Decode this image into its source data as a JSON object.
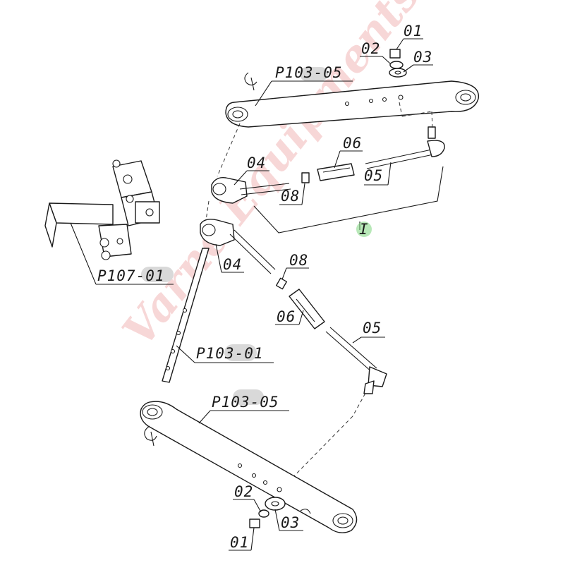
{
  "watermark": "Varne Equipments",
  "labels": {
    "top_01": "01",
    "top_02": "02",
    "top_03": "03",
    "top_arm": "P103-05",
    "upper_06": "06",
    "upper_04": "04",
    "upper_05": "05",
    "upper_08": "08",
    "assembly_mark": "I",
    "bracket": "P107-01",
    "lower_04": "04",
    "lower_08": "08",
    "lower_06": "06",
    "lower_05": "05",
    "lift_rod": "P103-01",
    "bottom_arm": "P103-05",
    "bottom_02": "02",
    "bottom_03": "03",
    "bottom_01": "01"
  },
  "colors": {
    "line": "#1a1a1a",
    "label_highlight": "#d9d9d9",
    "assembly_mark": "#7ed67e",
    "watermark": "#f2b8b8"
  }
}
